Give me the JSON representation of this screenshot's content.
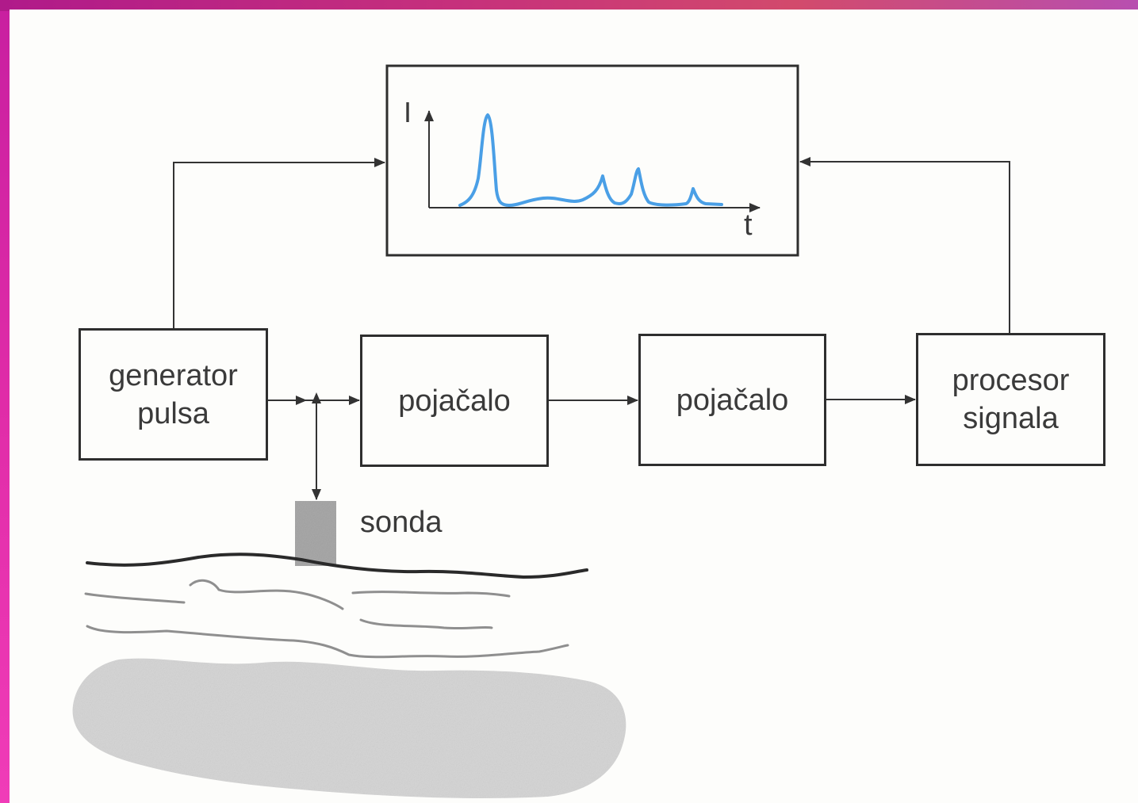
{
  "blocks": {
    "generator": {
      "line1": "generator",
      "line2": "pulsa"
    },
    "amplifier1": {
      "label": "pojačalo"
    },
    "amplifier2": {
      "label": "pojačalo"
    },
    "processor": {
      "line1": "procesor",
      "line2": "signala"
    }
  },
  "probe": {
    "label": "sonda"
  },
  "oscilloscope": {
    "y_axis_label": "I",
    "x_axis_label": "t",
    "trace_color": "#4a9fe6"
  }
}
